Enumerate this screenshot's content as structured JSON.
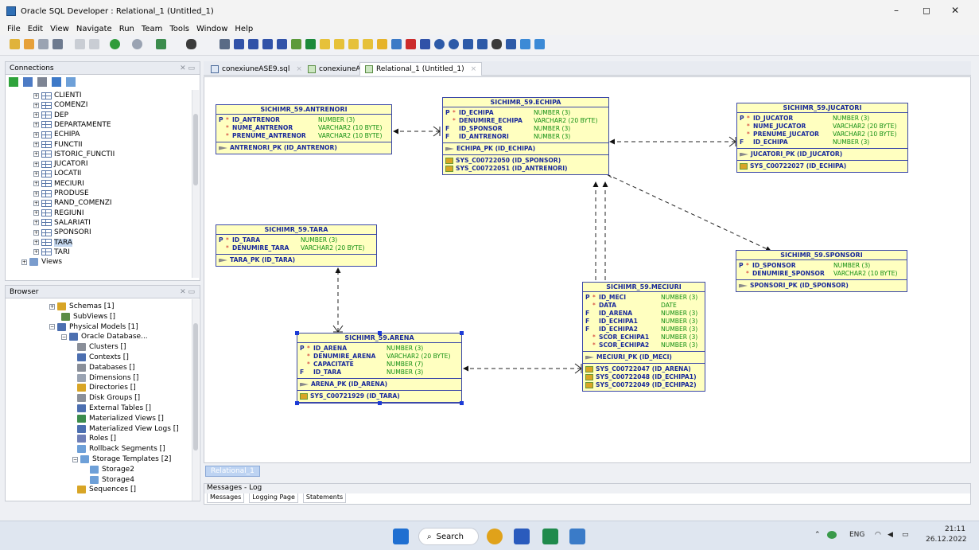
{
  "window": {
    "title": "Oracle SQL Developer : Relational_1 (Untitled_1)",
    "controls": [
      "–",
      "◻",
      "✕"
    ]
  },
  "menu": [
    "File",
    "Edit",
    "View",
    "Navigate",
    "Run",
    "Team",
    "Tools",
    "Window",
    "Help"
  ],
  "connections": {
    "title": "Connections",
    "items": [
      "CLIENTI",
      "COMENZI",
      "DEP",
      "DEPARTAMENTE",
      "ECHIPA",
      "FUNCTII",
      "ISTORIC_FUNCTII",
      "JUCATORI",
      "LOCATII",
      "MECIURI",
      "PRODUSE",
      "RAND_COMENZI",
      "REGIUNI",
      "SALARIATI",
      "SPONSORI",
      "TARA",
      "TARI"
    ],
    "views": "Views"
  },
  "browser": {
    "title": "Browser",
    "items": [
      "Schemas [1]",
      "SubViews []",
      "Physical Models [1]",
      "Oracle Database...",
      "Clusters []",
      "Contexts []",
      "Databases []",
      "Dimensions []",
      "Directories []",
      "Disk Groups []",
      "External Tables []",
      "Materialized Views []",
      "Materialized View Logs []",
      "Roles []",
      "Rollback Segments []",
      "Storage Templates [2]",
      "Storage2",
      "Storage4",
      "Sequences []"
    ]
  },
  "tabs": [
    "conexiuneASE9.sql",
    "conexiuneASE",
    "Relational_1 (Untitled_1)"
  ],
  "entities": {
    "antrenori": {
      "name": "SICHIMR_59.ANTRENORI",
      "attrs": [
        {
          "flag": "P",
          "mark": "*",
          "name": "ID_ANTRENOR",
          "type": "NUMBER (3)"
        },
        {
          "flag": "",
          "mark": "*",
          "name": "NUME_ANTRENOR",
          "type": "VARCHAR2 (10 BYTE)"
        },
        {
          "flag": "",
          "mark": "*",
          "name": "PRENUME_ANTRENOR",
          "type": "VARCHAR2 (10 BYTE)"
        }
      ],
      "pk": "ANTRENORI_PK (ID_ANTRENOR)"
    },
    "echipa": {
      "name": "SICHIMR_59.ECHIPA",
      "attrs": [
        {
          "flag": "P",
          "mark": "*",
          "name": "ID_ECHIPA",
          "type": "NUMBER (3)"
        },
        {
          "flag": "",
          "mark": "*",
          "name": "DENUMIRE_ECHIPA",
          "type": "VARCHAR2 (20 BYTE)"
        },
        {
          "flag": "F",
          "mark": "",
          "name": "ID_SPONSOR",
          "type": "NUMBER (3)"
        },
        {
          "flag": "F",
          "mark": "",
          "name": "ID_ANTRENORI",
          "type": "NUMBER (3)"
        }
      ],
      "pk": "ECHIPA_PK (ID_ECHIPA)",
      "fks": [
        "SYS_C00722050 (ID_SPONSOR)",
        "SYS_C00722051 (ID_ANTRENORI)"
      ]
    },
    "jucatori": {
      "name": "SICHIMR_59.JUCATORI",
      "attrs": [
        {
          "flag": "P",
          "mark": "*",
          "name": "ID_JUCATOR",
          "type": "NUMBER (3)"
        },
        {
          "flag": "",
          "mark": "*",
          "name": "NUME_JUCATOR",
          "type": "VARCHAR2 (20 BYTE)"
        },
        {
          "flag": "",
          "mark": "*",
          "name": "PRENUME_JUCATOR",
          "type": "VARCHAR2 (10 BYTE)"
        },
        {
          "flag": "F",
          "mark": "",
          "name": "ID_ECHIPA",
          "type": "NUMBER (3)"
        }
      ],
      "pk": "JUCATORI_PK (ID_JUCATOR)",
      "fks": [
        "SYS_C00722027 (ID_ECHIPA)"
      ]
    },
    "tara": {
      "name": "SICHIMR_59.TARA",
      "attrs": [
        {
          "flag": "P",
          "mark": "*",
          "name": "ID_TARA",
          "type": "NUMBER (3)"
        },
        {
          "flag": "",
          "mark": "*",
          "name": "DENUMIRE_TARA",
          "type": "VARCHAR2 (20 BYTE)"
        }
      ],
      "pk": "TARA_PK (ID_TARA)"
    },
    "sponsori": {
      "name": "SICHIMR_59.SPONSORI",
      "attrs": [
        {
          "flag": "P",
          "mark": "*",
          "name": "ID_SPONSOR",
          "type": "NUMBER (3)"
        },
        {
          "flag": "",
          "mark": "*",
          "name": "DENUMIRE_SPONSOR",
          "type": "VARCHAR2 (10 BYTE)"
        }
      ],
      "pk": "SPONSORI_PK (ID_SPONSOR)"
    },
    "arena": {
      "name": "SICHIMR_59.ARENA",
      "attrs": [
        {
          "flag": "P",
          "mark": "*",
          "name": "ID_ARENA",
          "type": "NUMBER (3)"
        },
        {
          "flag": "",
          "mark": "*",
          "name": "DENUMIRE_ARENA",
          "type": "VARCHAR2 (20 BYTE)"
        },
        {
          "flag": "",
          "mark": "*",
          "name": "CAPACITATE",
          "type": "NUMBER (7)"
        },
        {
          "flag": "F",
          "mark": "",
          "name": "ID_TARA",
          "type": "NUMBER (3)"
        }
      ],
      "pk": "ARENA_PK (ID_ARENA)",
      "fks": [
        "SYS_C00721929 (ID_TARA)"
      ]
    },
    "meciuri": {
      "name": "SICHIMR_59.MECIURI",
      "attrs": [
        {
          "flag": "P",
          "mark": "*",
          "name": "ID_MECI",
          "type": "NUMBER (3)"
        },
        {
          "flag": "",
          "mark": "*",
          "name": "DATA",
          "type": "DATE"
        },
        {
          "flag": "F",
          "mark": "",
          "name": "ID_ARENA",
          "type": "NUMBER (3)"
        },
        {
          "flag": "F",
          "mark": "",
          "name": "ID_ECHIPA1",
          "type": "NUMBER (3)"
        },
        {
          "flag": "F",
          "mark": "",
          "name": "ID_ECHIPA2",
          "type": "NUMBER (3)"
        },
        {
          "flag": "",
          "mark": "*",
          "name": "SCOR_ECHIPA1",
          "type": "NUMBER (3)"
        },
        {
          "flag": "",
          "mark": "*",
          "name": "SCOR_ECHIPA2",
          "type": "NUMBER (3)"
        }
      ],
      "pk": "MECIURI_PK (ID_MECI)",
      "fks": [
        "SYS_C00722047 (ID_ARENA)",
        "SYS_C00722048 (ID_ECHIPA1)",
        "SYS_C00722049 (ID_ECHIPA2)"
      ]
    }
  },
  "canvas_tab": "Relational_1",
  "messages": {
    "title": "Messages - Log",
    "tabs": [
      "Messages",
      "Logging Page",
      "Statements"
    ]
  },
  "taskbar": {
    "search": "Search",
    "lang": "ENG",
    "time": "21:11",
    "date": "26.12.2022"
  },
  "colors": {
    "entity_fill": "#ffffc0",
    "entity_border": "#3b48a8",
    "type_text": "#138f13"
  }
}
